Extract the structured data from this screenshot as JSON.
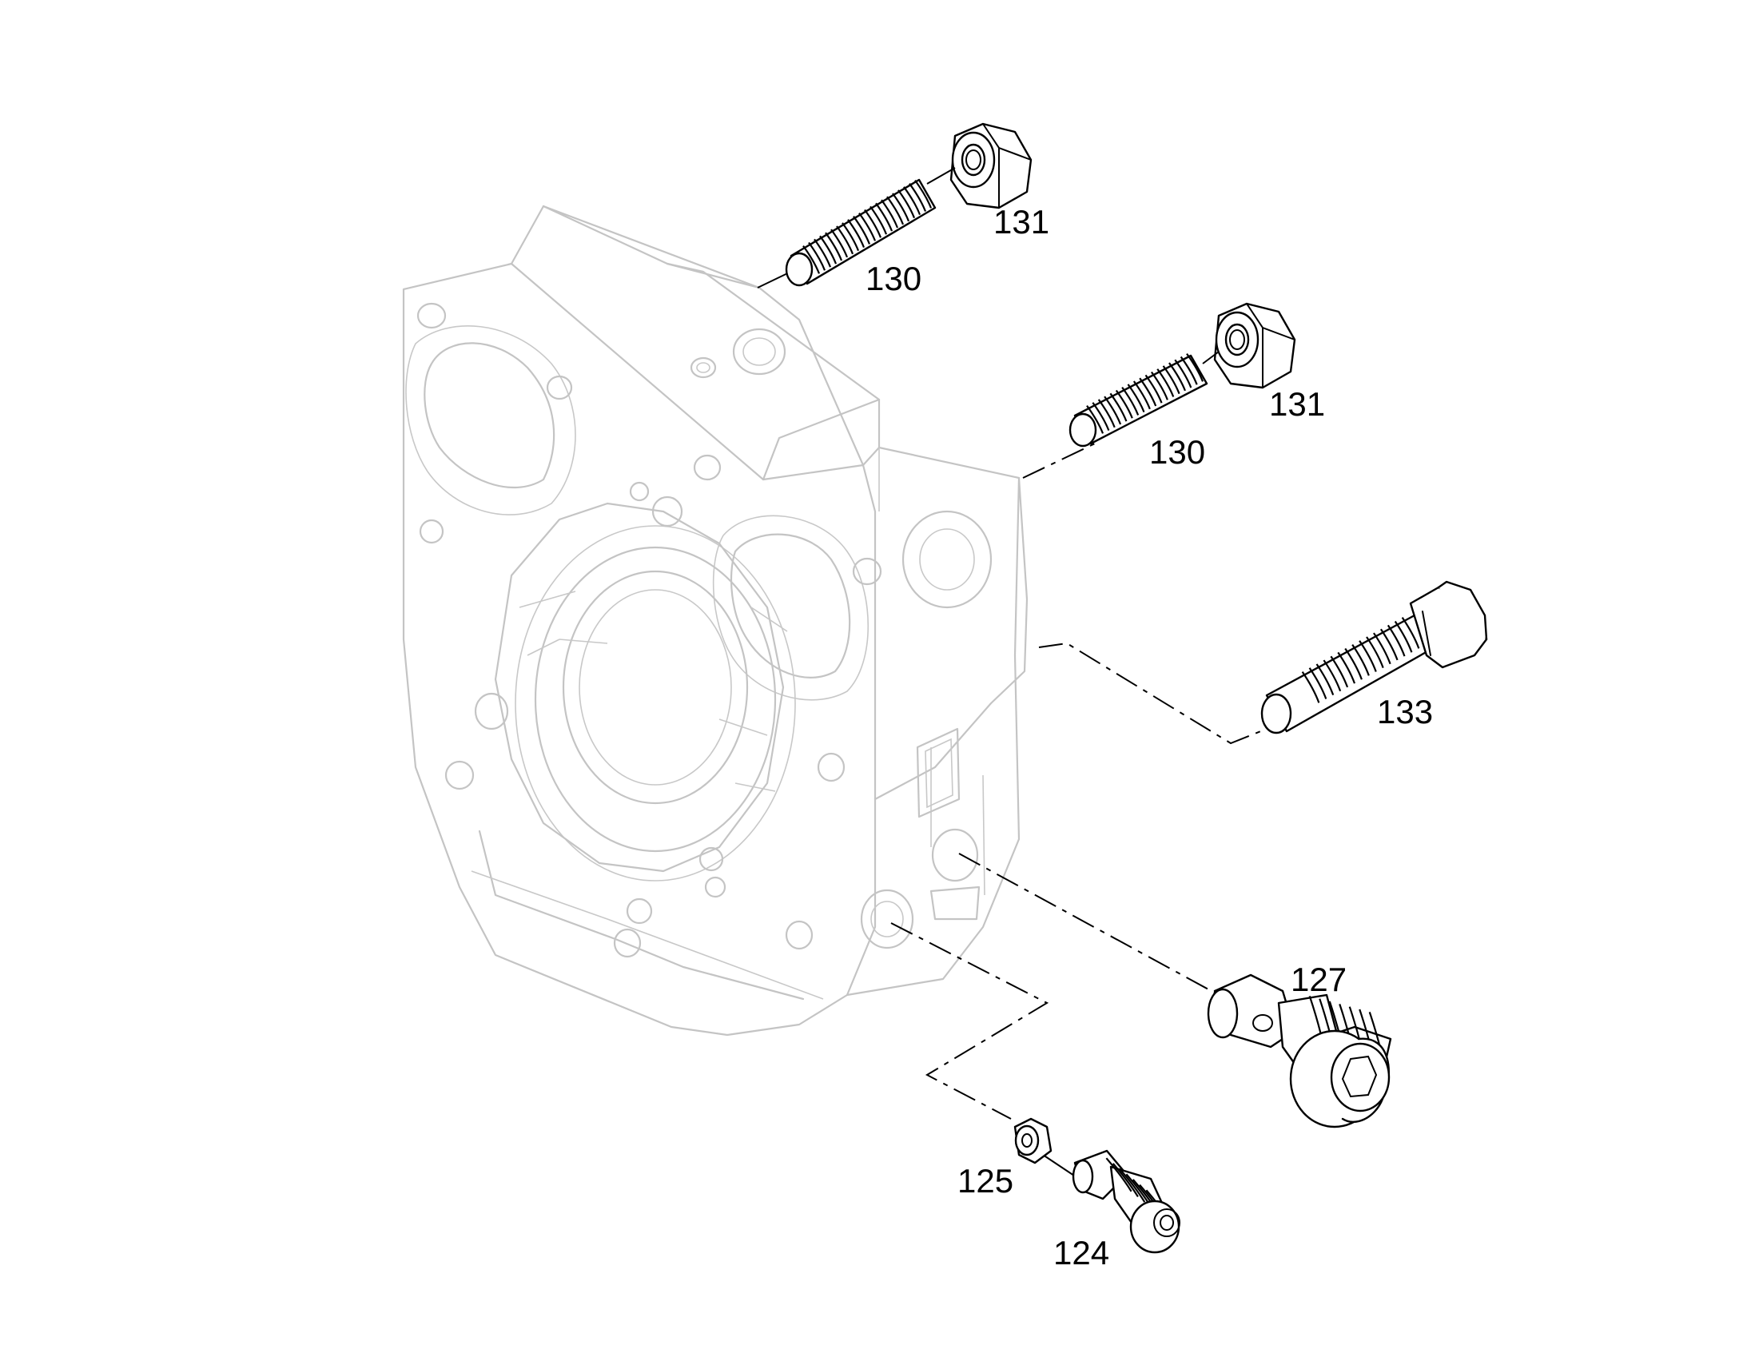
{
  "diagram": {
    "callouts": [
      {
        "id": "callout-131-top",
        "text": "131"
      },
      {
        "id": "callout-130-top",
        "text": "130"
      },
      {
        "id": "callout-131-mid",
        "text": "131"
      },
      {
        "id": "callout-130-mid",
        "text": "130"
      },
      {
        "id": "callout-133",
        "text": "133"
      },
      {
        "id": "callout-127",
        "text": "127"
      },
      {
        "id": "callout-125",
        "text": "125"
      },
      {
        "id": "callout-124",
        "text": "124"
      }
    ]
  }
}
